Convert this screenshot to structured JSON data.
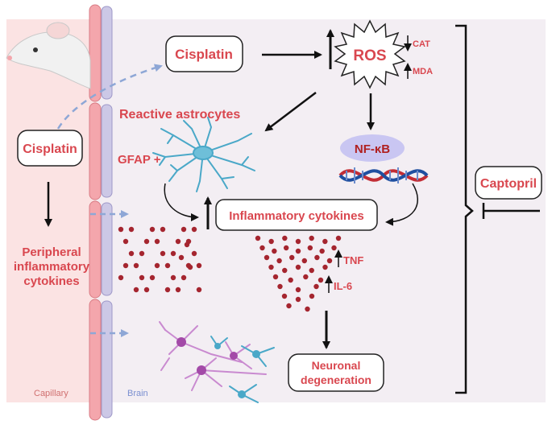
{
  "labels": {
    "cisplatin_top": "Cisplatin",
    "cisplatin_left": "Cisplatin",
    "ros": "ROS",
    "cat": "CAT",
    "mda": "MDA",
    "reactive_astrocytes": "Reactive astrocytes",
    "gfap": "GFAP +",
    "nfkb": "NF-κB",
    "inflammatory_cytokines": "Inflammatory cytokines",
    "peripheral": [
      "Peripheral",
      "inflammatory",
      "cytokines"
    ],
    "tnf": "TNF",
    "il6": "IL-6",
    "neuronal": [
      "Neuronal",
      "degeneration"
    ],
    "captopril": "Captopril",
    "capillary": "Capillary",
    "brain": "Brain"
  },
  "colors": {
    "red_text": "#d9474f",
    "capillary_bg": "#fbe3e3",
    "brain_bg": "#f3eef3",
    "astrocyte": "#4aa8c8",
    "nfkb_bubble": "#c9c6f2",
    "dot": "#a5252f",
    "dashed_arrow": "#8ea7d6",
    "brain_label": "#7a8fd0",
    "capillary_label": "#d07070"
  },
  "icons": [
    "mouse-icon",
    "astrocyte-icon",
    "dna-icon",
    "neurons-icon",
    "up-arrow-icon",
    "down-arrow-icon"
  ]
}
